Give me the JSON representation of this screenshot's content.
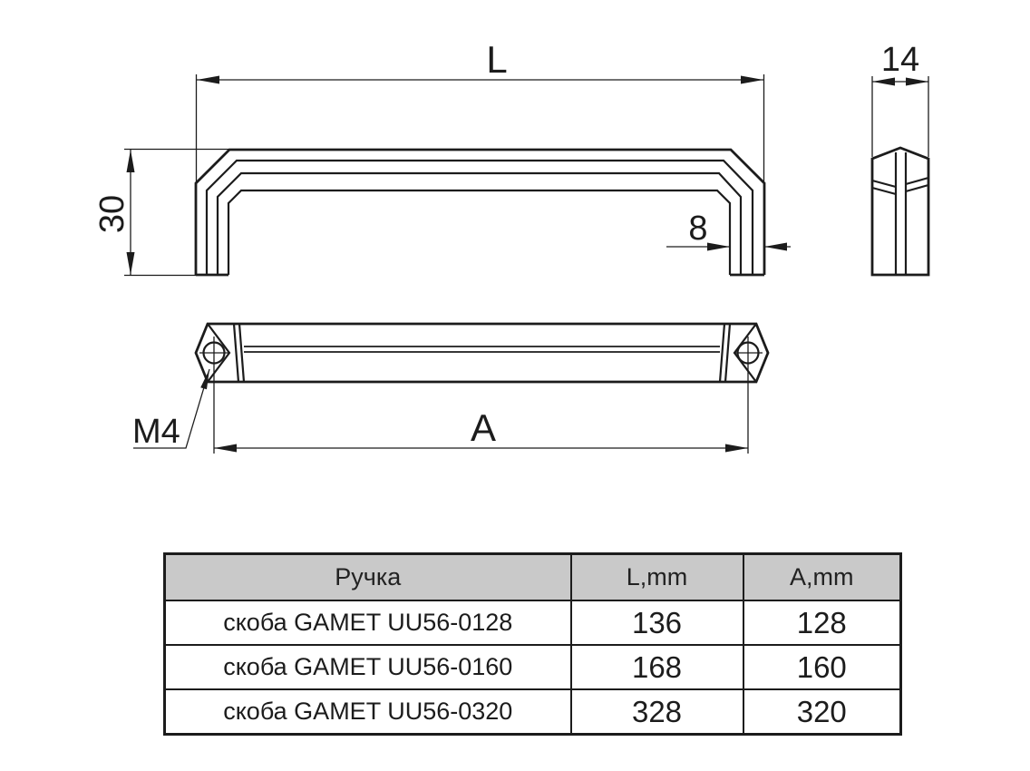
{
  "drawing": {
    "labels": {
      "length": "L",
      "height": "30",
      "leg_width": "8",
      "depth": "14",
      "hole_spacing": "A",
      "thread": "M4"
    }
  },
  "table": {
    "headers": {
      "name": "Ручка",
      "l": "L,mm",
      "a": "A,mm"
    },
    "rows": [
      {
        "name": "скоба GAMET UU56-0128",
        "l": "136",
        "a": "128"
      },
      {
        "name": "скоба GAMET UU56-0160",
        "l": "168",
        "a": "160"
      },
      {
        "name": "скоба GAMET UU56-0320",
        "l": "328",
        "a": "320"
      }
    ]
  },
  "colors": {
    "line": "#1c1c1c",
    "table_header_bg": "#c9c9c9",
    "background": "#ffffff"
  }
}
